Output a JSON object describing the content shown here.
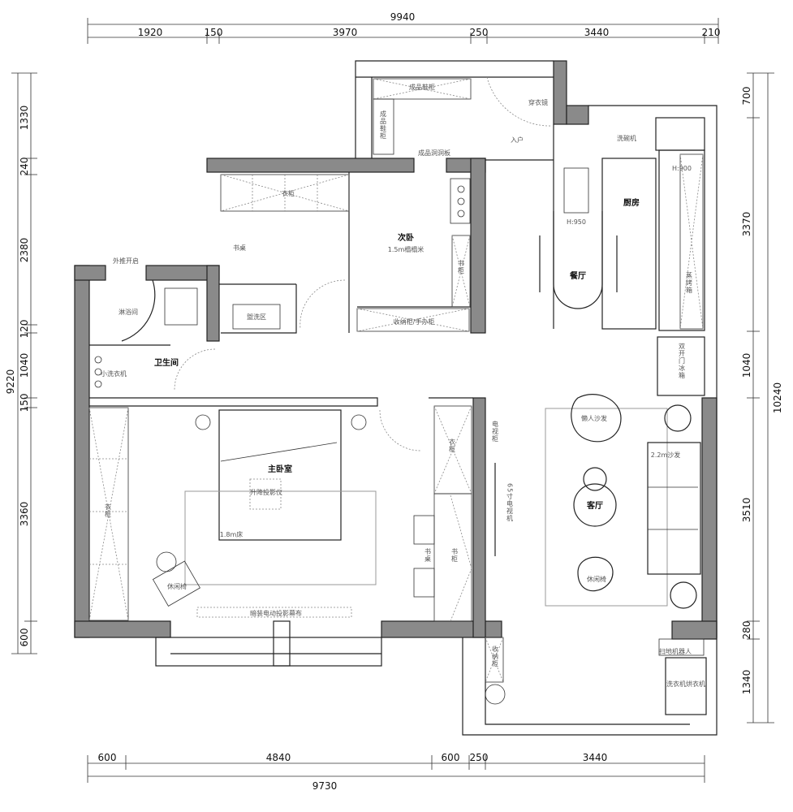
{
  "dimensions": {
    "top_total": "9940",
    "top": [
      "1920",
      "150",
      "3970",
      "250",
      "3440",
      "210"
    ],
    "left_total": "9220",
    "left": [
      "1330",
      "240",
      "2380",
      "120",
      "1040",
      "150",
      "3360",
      "600"
    ],
    "right_total": "10240",
    "right": [
      "700",
      "3370",
      "1040",
      "3510",
      "280",
      "1340"
    ],
    "bottom_total": "9730",
    "bottom": [
      "600",
      "4840",
      "600",
      "250",
      "3440"
    ]
  },
  "rooms": {
    "second_bedroom": "次卧",
    "tatami": "1.5m榻榻米",
    "bathroom": "卫生间",
    "shower": "淋浴间",
    "window_open": "外推开启",
    "wash_area": "盥洗区",
    "mini_washer": "小洗衣机",
    "desk_2": "书桌",
    "wardrobe_2": "衣柜",
    "bookcase_2": "书柜",
    "storage_figure": "收纳柜/手办柜",
    "shoe_cabinet_top": "成品鞋柜",
    "shoe_cabinet_side": "成品鞋柜",
    "pegboard": "成品洞洞板",
    "mirror": "穿衣镜",
    "entry": "入户",
    "dishwasher": "洗碗机",
    "kitchen": "厨房",
    "island_h": "H:950",
    "dining": "餐厅",
    "counter_h": "H:900",
    "oven": "蒸烤箱",
    "fridge": "双开门冰箱",
    "master_bedroom": "主卧室",
    "projector": "升降投影仪",
    "bed": "1.8m床",
    "lounge_chair_master": "休闲椅",
    "wardrobe_master_left": "衣柜",
    "screen": "暗装电动投影幕布",
    "wardrobe_master_right": "衣柜",
    "desk_master": "书桌",
    "bookcase_master": "书柜",
    "tv_cabinet": "电视柜",
    "tv": "65寸电视机",
    "beanbag": "懒人沙发",
    "sofa": "2.2m沙发",
    "living": "客厅",
    "lounge_chair_living": "休闲椅",
    "storage_balcony": "收纳柜",
    "robot_vacuum": "扫地机器人",
    "washer_dryer": "洗衣机烘衣机"
  }
}
